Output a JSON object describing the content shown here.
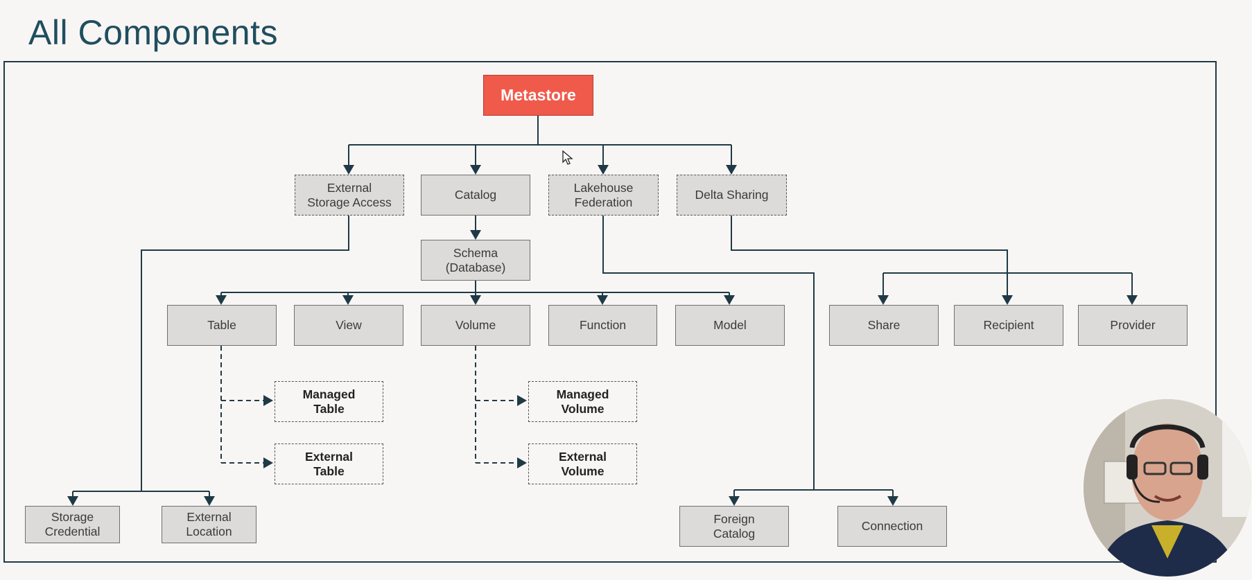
{
  "page": {
    "title": "All Components"
  },
  "nodes": {
    "metastore": "Metastore",
    "external_storage_access": "External\nStorage Access",
    "catalog": "Catalog",
    "lakehouse_federation": "Lakehouse\nFederation",
    "delta_sharing": "Delta Sharing",
    "schema": "Schema\n(Database)",
    "table": "Table",
    "view": "View",
    "volume": "Volume",
    "function": "Function",
    "model": "Model",
    "share": "Share",
    "recipient": "Recipient",
    "provider": "Provider",
    "managed_table": "Managed\nTable",
    "external_table": "External\nTable",
    "managed_volume": "Managed\nVolume",
    "external_volume": "External\nVolume",
    "storage_credential": "Storage\nCredential",
    "external_location": "External\nLocation",
    "foreign_catalog": "Foreign\nCatalog",
    "connection": "Connection"
  },
  "colors": {
    "title": "#1f4e5f",
    "metastore": "#f05a4a",
    "node_fill": "#dcdbda",
    "line": "#1f3a46"
  },
  "icons": [
    "mouse-cursor-icon"
  ]
}
